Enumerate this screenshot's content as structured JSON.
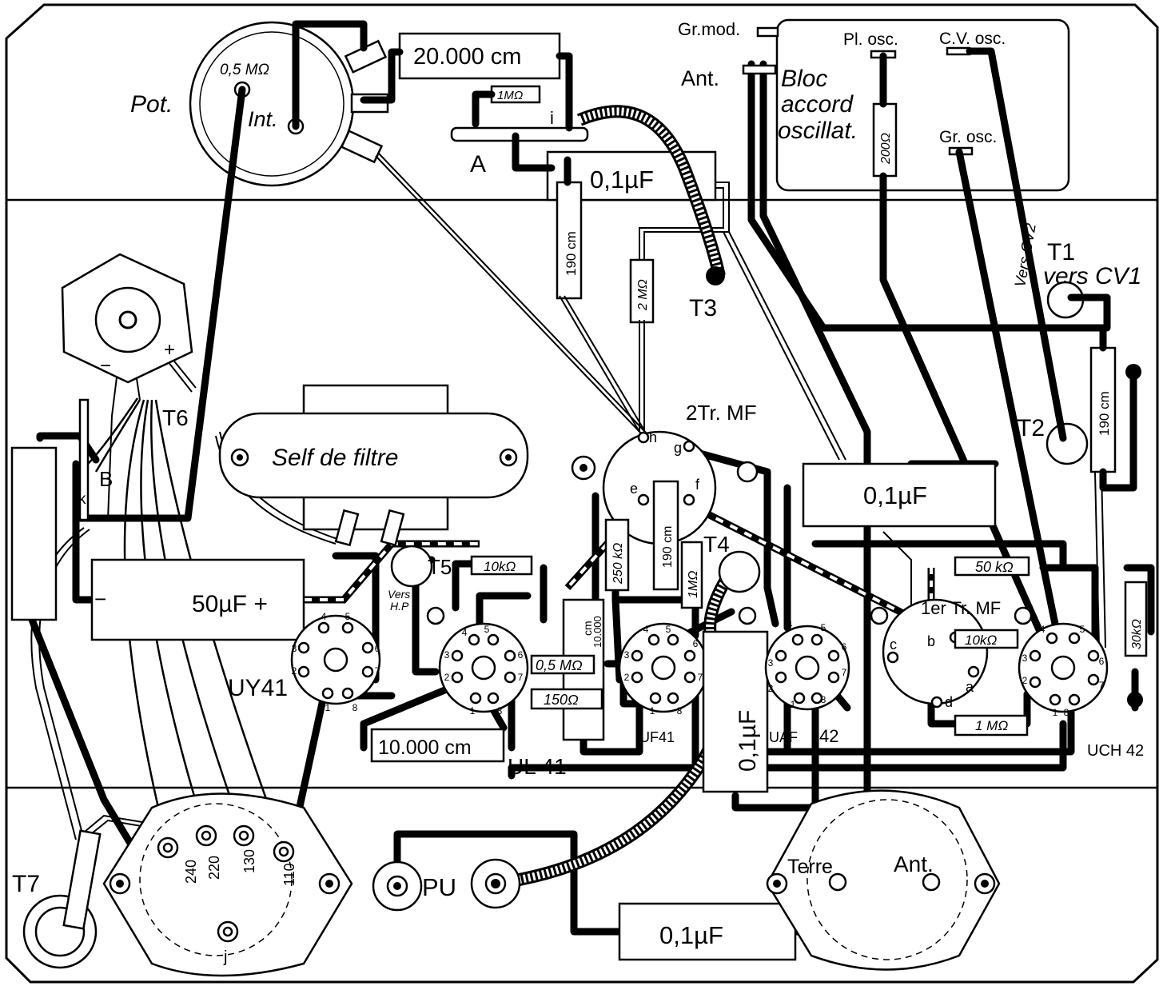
{
  "labels": {
    "pot": "Pot.",
    "pot_value": "0,5 MΩ",
    "int": "Int.",
    "cap_top": "20.000 cm",
    "res_1m_top": "1MΩ",
    "i": "i",
    "a": "A",
    "cap_01_top": "0,1µF",
    "res_190_left": "190 cm",
    "res_2m": "2 MΩ",
    "t3": "T3",
    "gr_mod": "Gr.mod.",
    "ant_top": "Ant.",
    "bloc": [
      "Bloc",
      "accord",
      "oscillat."
    ],
    "pl_osc": "Pl. osc.",
    "cv_osc": "C.V. osc.",
    "res_200": "200Ω",
    "gr_osc": "Gr. osc.",
    "vers_cv2": "Vers CV2",
    "t1": "T1",
    "vers_cv1": "vers CV1",
    "res_190_right": "190 cm",
    "t2": "T2",
    "minus": "−",
    "plus": "+",
    "t6": "T6",
    "b": "B",
    "k": "k",
    "self_filtre": "Self de filtre",
    "tr_mf2": "2Tr. MF",
    "h": "h",
    "g": "g",
    "e": "e",
    "f": "f",
    "res_250k": "250 kΩ",
    "res_190_mid": "190 cm",
    "res_1m_mid": "1MΩ",
    "t4": "T4",
    "cap_01_right": "0,1µF",
    "cap_50": "50µF +",
    "cap_50_minus": "−",
    "vers_hp": [
      "Vers",
      "H.P"
    ],
    "t5": "T5",
    "res_10k_t5": "10kΩ",
    "cap_10000_small": [
      "cm",
      "10.000"
    ],
    "res_05m_mid": "0,5 MΩ",
    "res_150": "150Ω",
    "uy41": "UY41",
    "cap_10000": "10.000 cm",
    "ul41": "UL 41",
    "uf41": "UF41",
    "cap_01_vert": "0,1µF",
    "uaf": "UAF",
    "n42": "42",
    "tr_mf1": "1er Tr. MF",
    "res_50k": "50 kΩ",
    "res_10k_right": "10kΩ",
    "res_30k": "30kΩ",
    "res_1m_bottom": "1 MΩ",
    "uch42": "UCH 42",
    "c": "c",
    "b_low": "b",
    "a_low": "a",
    "d": "d",
    "t7": "T7",
    "v240": "240",
    "v220": "220",
    "v130": "130",
    "v110": "110",
    "j": "j",
    "pu": "PU",
    "cap_01_bottom": "0,1µF",
    "terre": "Terre",
    "ant_bottom": "Ant."
  },
  "tube_pins": [
    "1",
    "2",
    "3",
    "4",
    "5",
    "6",
    "7",
    "8"
  ]
}
